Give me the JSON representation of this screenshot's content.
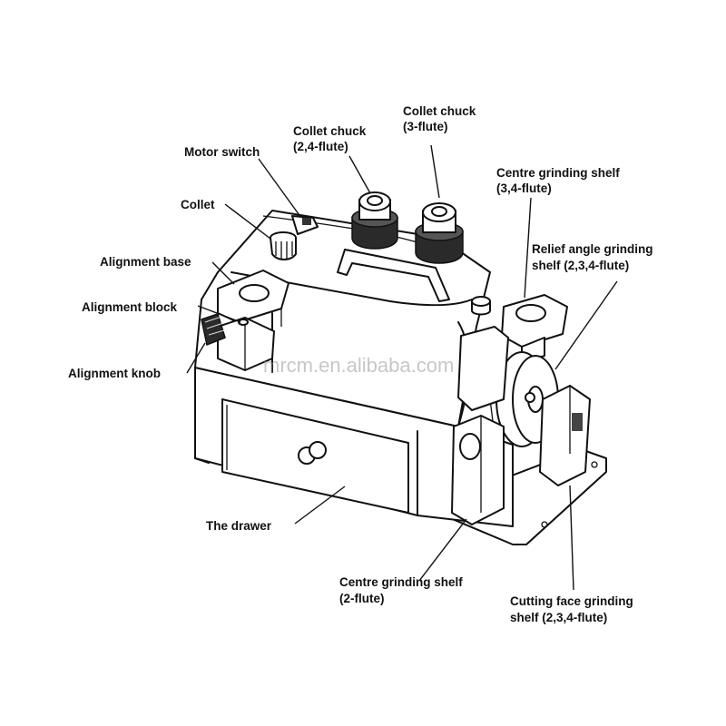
{
  "labels": {
    "collet_chuck_24_l1": "Collet chuck",
    "collet_chuck_24_l2": "(2,4-flute)",
    "collet_chuck_3_l1": "Collet chuck",
    "collet_chuck_3_l2": "(3-flute)",
    "motor_switch": "Motor switch",
    "centre_shelf_34_l1": "Centre grinding shelf",
    "centre_shelf_34_l2": "(3,4-flute)",
    "collet": "Collet",
    "relief_angle_l1": "Relief angle grinding",
    "relief_angle_l2": "shelf (2,3,4-flute)",
    "alignment_base": "Alignment base",
    "alignment_block": "Alignment block",
    "alignment_knob": "Alignment knob",
    "the_drawer": "The drawer",
    "centre_shelf_2_l1": "Centre grinding shelf",
    "centre_shelf_2_l2": "(2-flute)",
    "cutting_face_l1": "Cutting face grinding",
    "cutting_face_l2": "shelf (2,3,4-flute)"
  },
  "watermark": "mrcm.en.alibaba.com"
}
